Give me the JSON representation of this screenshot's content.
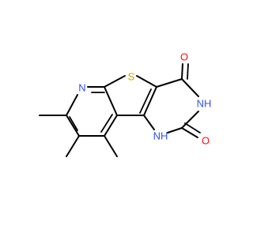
{
  "molecule": {
    "atoms": [
      {
        "label": "N",
        "color": "#3050F8"
      },
      {
        "label": "S",
        "color": "#C8A000"
      },
      {
        "label": "O",
        "color": "#FF0D0D"
      },
      {
        "label": "NH",
        "color": "#3050F8"
      },
      {
        "label": "O",
        "color": "#FF0D0D"
      },
      {
        "label": "NH",
        "color": "#3050F8"
      }
    ]
  }
}
